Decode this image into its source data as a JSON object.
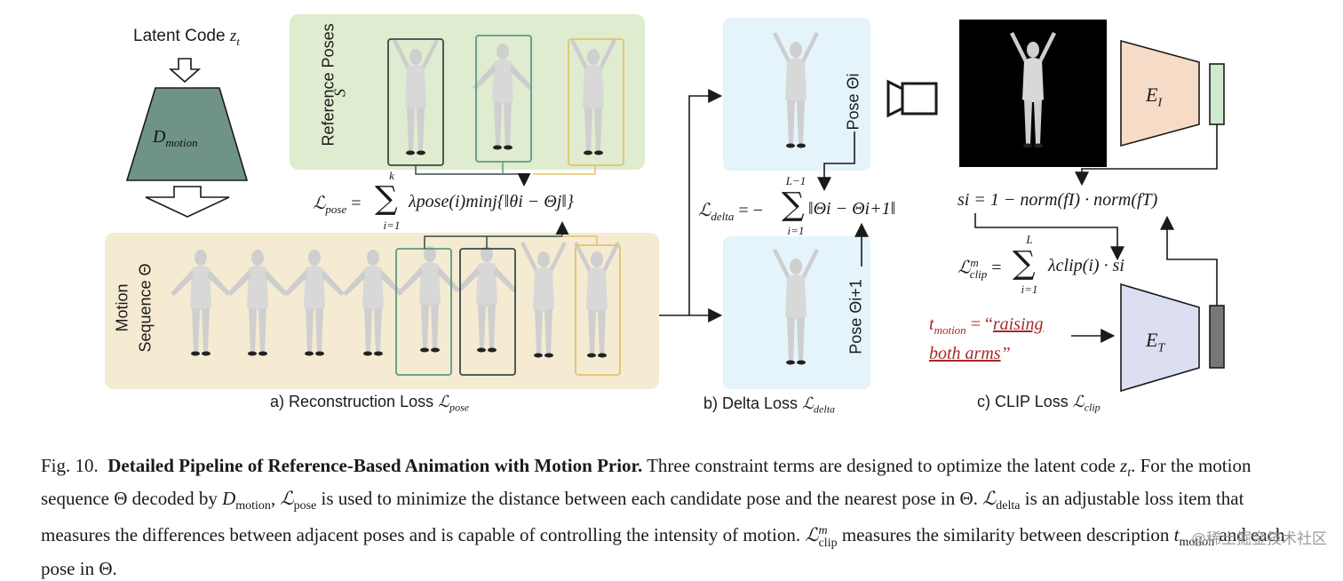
{
  "latent": {
    "label": "Latent Code",
    "var": "z",
    "sub": "t"
  },
  "decoder": {
    "label": "D",
    "sub": "motion"
  },
  "reference": {
    "line1": "Reference Poses",
    "line2": "S"
  },
  "motion_seq": {
    "line1": "Motion",
    "line2": "Sequence Θ"
  },
  "pose_loss": {
    "lhs": "ℒ",
    "lhs_sub": "pose",
    "eq": "=",
    "sum_top": "k",
    "sum_bot": "i=1",
    "body": "λpose(i)minj{‖θi − Θj‖}"
  },
  "delta_loss": {
    "lhs": "ℒ",
    "lhs_sub": "delta",
    "eq": "= −",
    "sum_top": "L−1",
    "sum_bot": "i=1",
    "body": "‖Θi − Θi+1‖"
  },
  "pose_i": "Pose Θi",
  "pose_i1": "Pose Θi+1",
  "encoder_img": {
    "label": "E",
    "sub": "I"
  },
  "encoder_txt": {
    "label": "E",
    "sub": "T"
  },
  "sim": "si = 1 − norm(fI) · norm(fT)",
  "clip_loss": {
    "lhs": "ℒ",
    "sup": "m",
    "sub": "clip",
    "eq": "=",
    "sum_top": "L",
    "sum_bot": "i=1",
    "body": "λclip(i) · si"
  },
  "tmotion": {
    "var": "t",
    "sub": "motion",
    "eq": " = “",
    "text1": "raising",
    "text2": "both arms",
    "close": "”"
  },
  "captions": {
    "a": {
      "text": "a) Reconstruction Loss ",
      "math": "ℒ",
      "sub": "pose"
    },
    "b": {
      "text": "b) Delta Loss ",
      "math": "ℒ",
      "sub": "delta"
    },
    "c": {
      "text": "c) CLIP Loss ",
      "math": "ℒ",
      "sub": "clip"
    }
  },
  "figure_caption": {
    "fig": "Fig. 10.",
    "title": "Detailed Pipeline of Reference-Based Animation with Motion Prior.",
    "s1": " Three constraint terms are designed to optimize the latent code ",
    "s1_var": "z",
    "s1_sub": "t",
    "s1_end": ". For the motion sequence Θ decoded by ",
    "s2_var": "D",
    "s2_sub": "motion",
    "s2_mid": ", ",
    "s2_L": "ℒ",
    "s2_Lsub": "pose",
    "s2_end": " is used to minimize the distance between each candidate pose and the nearest pose in Θ. ",
    "s3_L": "ℒ",
    "s3_Lsub": "delta",
    "s3_end": " is an adjustable loss item that measures the differences between adjacent poses and is capable of controlling the intensity of motion. ",
    "s4_L": "ℒ",
    "s4_sup": "m",
    "s4_sub": "clip",
    "s4_end": " measures the similarity between description ",
    "s4_var": "t",
    "s4_vsub": "motion",
    "s4_tail": " and each pose in Θ."
  },
  "watermark": "@稀土掘金技术社区",
  "colors": {
    "ref_panel": "#dfeccf",
    "motion_panel": "#f5ebd2",
    "delta_panel": "#e4f4fa",
    "decoder": "#6f9487",
    "enc_img": "#f6dcc6",
    "enc_txt": "#dcdff2",
    "feat_img": "#cfe9cf",
    "feat_txt": "#777777",
    "box_dark": "#3a4a48",
    "box_green": "#5c9a84",
    "box_yellow": "#e3c36a",
    "tmotion": "#a52a2a"
  }
}
